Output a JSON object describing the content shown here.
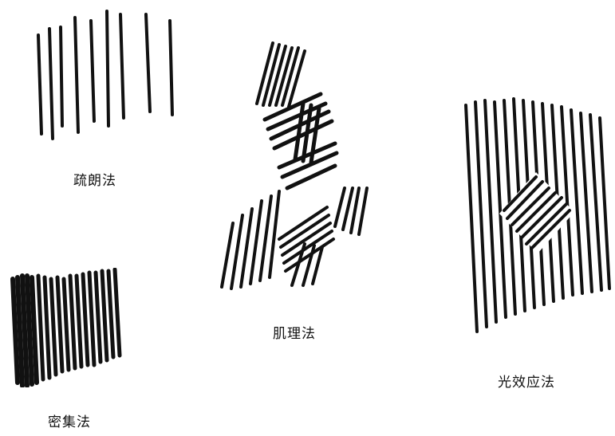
{
  "diagram": {
    "techniques": [
      {
        "id": "sparse",
        "label": "疏朗法"
      },
      {
        "id": "dense",
        "label": "密集法"
      },
      {
        "id": "texture",
        "label": "肌理法"
      },
      {
        "id": "light",
        "label": "光效应法"
      }
    ]
  }
}
